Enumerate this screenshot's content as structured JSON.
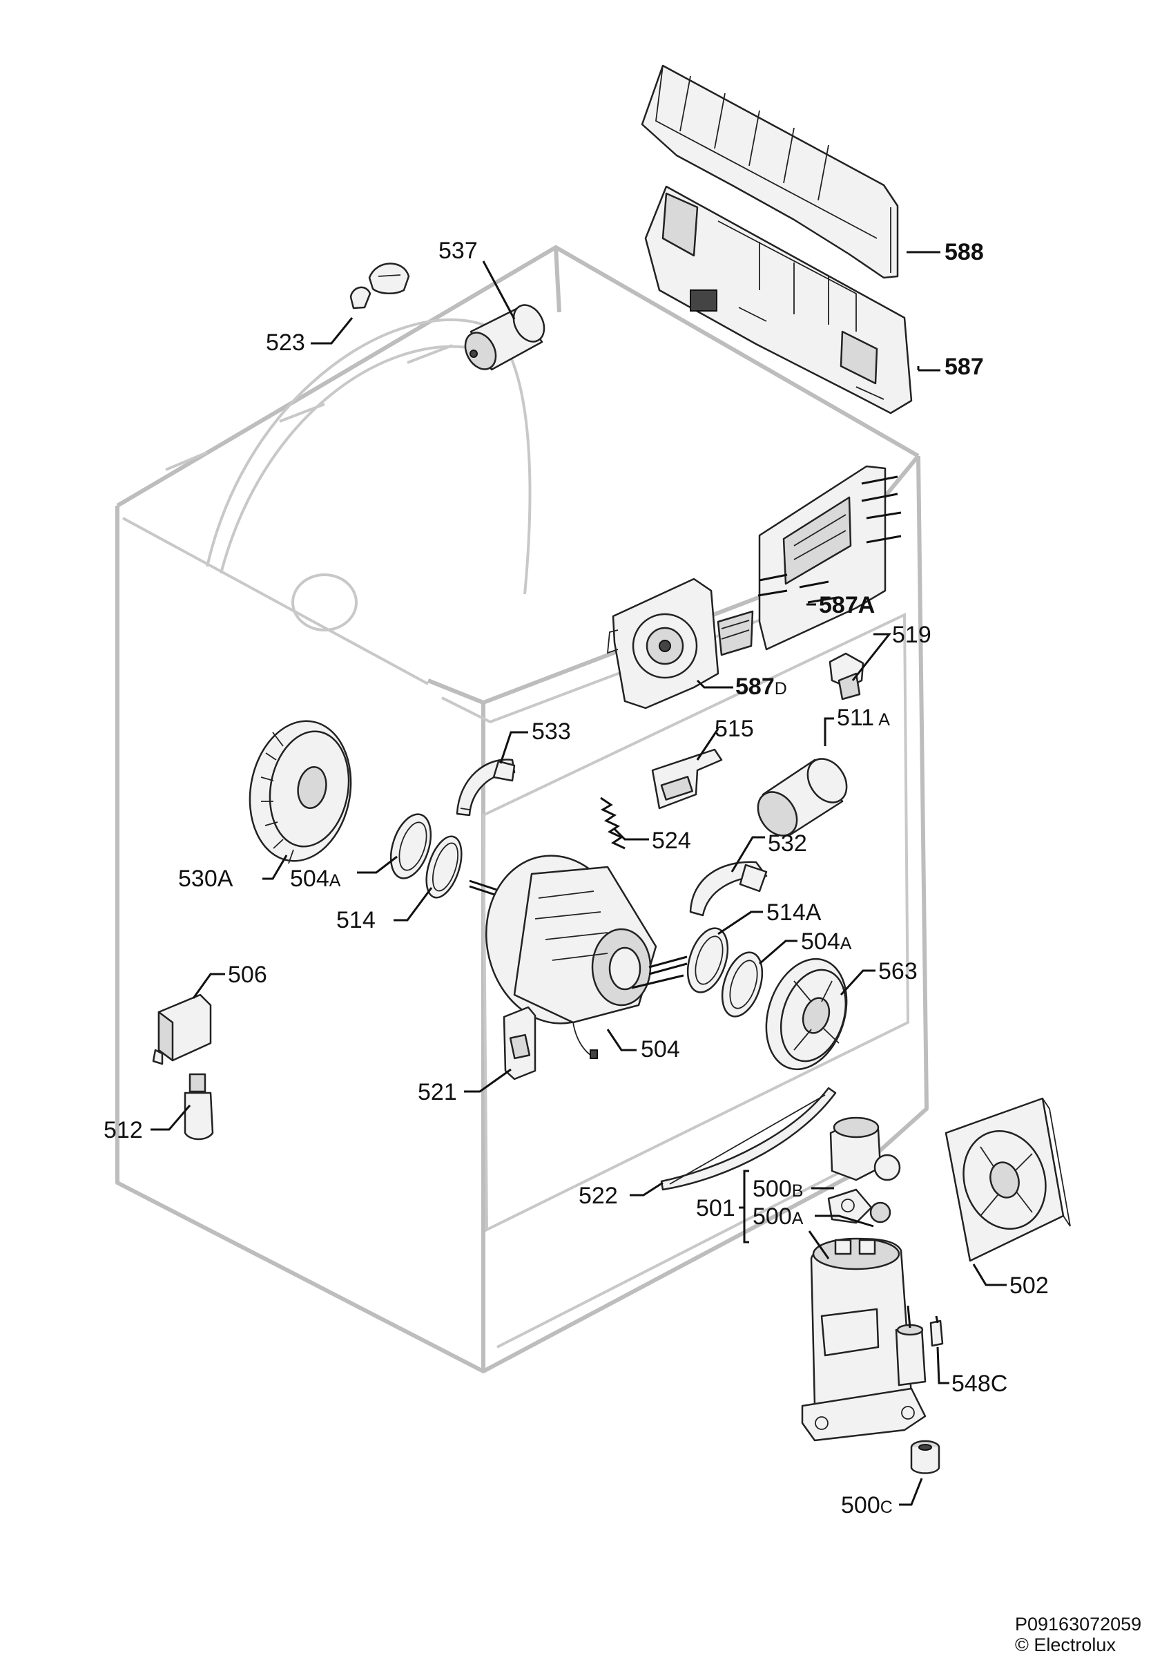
{
  "diagram": {
    "callouts": [
      {
        "id": "588",
        "text": "588",
        "bold": true
      },
      {
        "id": "587",
        "text": "587",
        "bold": true
      },
      {
        "id": "537",
        "text": "537"
      },
      {
        "id": "523",
        "text": "523"
      },
      {
        "id": "587A",
        "text": "587A",
        "bold": true
      },
      {
        "id": "587D_main",
        "text": "587",
        "bold": true
      },
      {
        "id": "587D_suffix",
        "text": "D"
      },
      {
        "id": "519",
        "text": "519"
      },
      {
        "id": "533",
        "text": "533"
      },
      {
        "id": "515",
        "text": "515"
      },
      {
        "id": "511A_main",
        "text": "511"
      },
      {
        "id": "511A_suffix",
        "text": "A"
      },
      {
        "id": "524",
        "text": "524"
      },
      {
        "id": "530A",
        "text": "530A"
      },
      {
        "id": "504A_left_main",
        "text": "504"
      },
      {
        "id": "504A_left_suffix",
        "text": "A"
      },
      {
        "id": "514",
        "text": "514"
      },
      {
        "id": "532",
        "text": "532"
      },
      {
        "id": "514A",
        "text": "514A"
      },
      {
        "id": "504A_right_main",
        "text": "504"
      },
      {
        "id": "504A_right_suffix",
        "text": "A"
      },
      {
        "id": "563",
        "text": "563"
      },
      {
        "id": "506",
        "text": "506"
      },
      {
        "id": "504",
        "text": "504"
      },
      {
        "id": "521",
        "text": "521"
      },
      {
        "id": "512",
        "text": "512"
      },
      {
        "id": "522",
        "text": "522"
      },
      {
        "id": "501",
        "text": "501"
      },
      {
        "id": "500B_main",
        "text": "500"
      },
      {
        "id": "500B_suffix",
        "text": "B"
      },
      {
        "id": "500A_main",
        "text": "500"
      },
      {
        "id": "500A_suffix",
        "text": "A"
      },
      {
        "id": "502",
        "text": "502"
      },
      {
        "id": "548C",
        "text": "548C"
      },
      {
        "id": "500C_main",
        "text": "500"
      },
      {
        "id": "500C_suffix",
        "text": "C"
      }
    ],
    "footer": {
      "code": "P09163072059",
      "copyright": "© Electrolux"
    }
  }
}
